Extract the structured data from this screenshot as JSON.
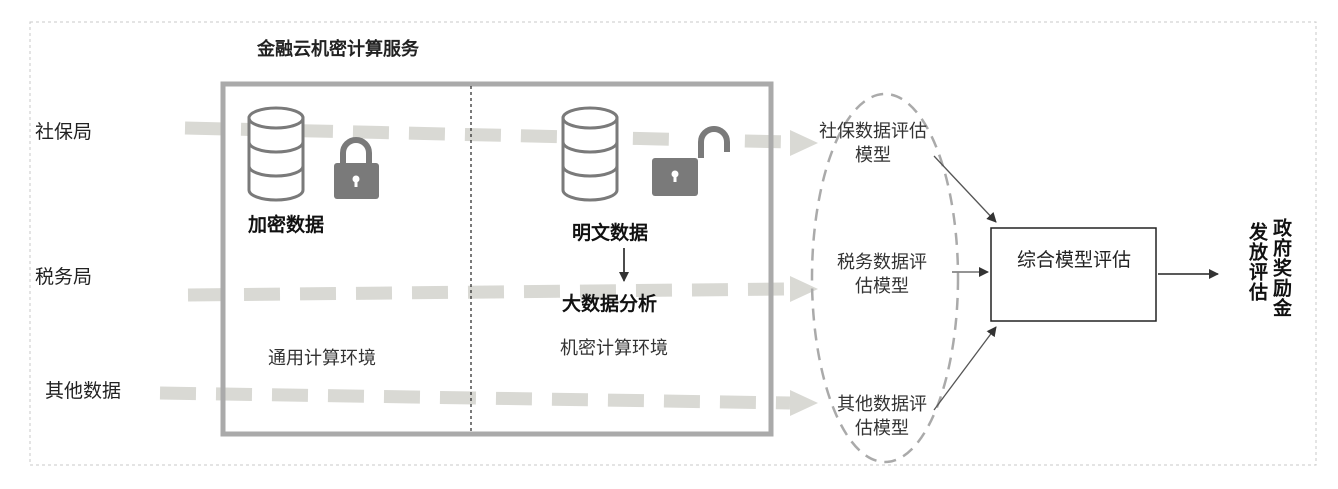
{
  "title": "金融云机密计算服务",
  "sources": {
    "social": "社保局",
    "tax": "税务局",
    "other": "其他数据"
  },
  "left_panel": {
    "data_label": "加密数据",
    "env_label": "通用计算环境",
    "icons": [
      "database-icon",
      "lock-closed-icon"
    ]
  },
  "right_panel": {
    "data_label": "明文数据",
    "analysis_label": "大数据分析",
    "env_label": "机密计算环境",
    "icons": [
      "database-icon",
      "lock-open-icon"
    ]
  },
  "models": {
    "social": "社保数据评估模型",
    "tax": "税务数据评估模型",
    "other": "其他数据评估模型"
  },
  "combined": "综合模型评估",
  "output": {
    "line1": "政府奖励金",
    "line2": "发放评估"
  },
  "colors": {
    "flow_arrow": "#d9d9d4",
    "panel_border": "#aaaaaa",
    "icon": "#7a7a7a",
    "ellipse": "#aaaaaa"
  }
}
